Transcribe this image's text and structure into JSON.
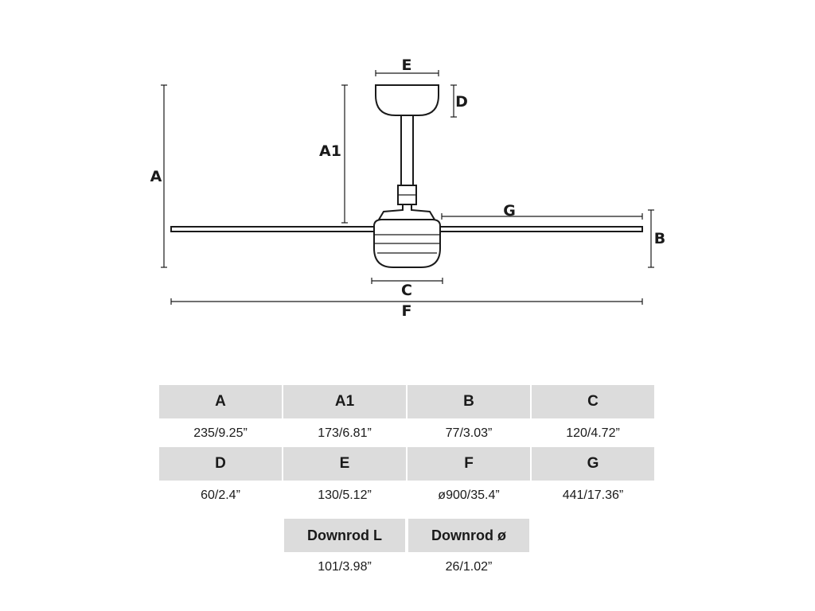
{
  "diagram_labels": {
    "A": "A",
    "A1": "A1",
    "B": "B",
    "C": "C",
    "D": "D",
    "E": "E",
    "F": "F",
    "G": "G"
  },
  "table": {
    "row1": [
      {
        "head": "A",
        "value": "235/9.25”"
      },
      {
        "head": "A1",
        "value": "173/6.81”"
      },
      {
        "head": "B",
        "value": "77/3.03”"
      },
      {
        "head": "C",
        "value": "120/4.72”"
      }
    ],
    "row2": [
      {
        "head": "D",
        "value": "60/2.4”"
      },
      {
        "head": "E",
        "value": "130/5.12”"
      },
      {
        "head": "F",
        "value": "ø900/35.4”"
      },
      {
        "head": "G",
        "value": "441/17.36”"
      }
    ],
    "row3": [
      {
        "head": "Downrod L",
        "value": "101/3.98”"
      },
      {
        "head": "Downrod ø",
        "value": "26/1.02”"
      }
    ]
  }
}
